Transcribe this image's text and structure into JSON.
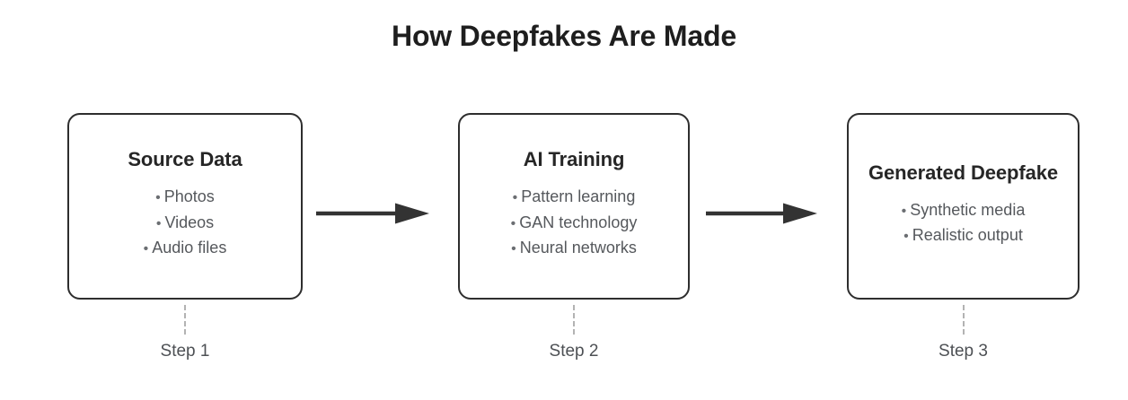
{
  "title": "How Deepfakes Are Made",
  "theme": {
    "background": "#ffffff",
    "title_color": "#1e1e1e",
    "card_border": "#2e2e2e",
    "card_title_color": "#262626",
    "bullet_color": "#55585c",
    "step_label_color": "#4d5054",
    "connector_color": "#b3b3b3",
    "arrow_color": "#333333"
  },
  "steps": [
    {
      "title": "Source Data",
      "bullets": [
        "Photos",
        "Videos",
        "Audio files"
      ],
      "label": "Step 1"
    },
    {
      "title": "AI Training",
      "bullets": [
        "Pattern learning",
        "GAN technology",
        "Neural networks"
      ],
      "label": "Step 2"
    },
    {
      "title": "Generated Deepfake",
      "bullets": [
        "Synthetic media",
        "Realistic output"
      ],
      "label": "Step 3"
    }
  ],
  "connectors": [
    {
      "name": "arrow-step1-to-step2",
      "direction": "right"
    },
    {
      "name": "arrow-step2-to-step3",
      "direction": "right"
    }
  ],
  "bullet_glyph": "•"
}
